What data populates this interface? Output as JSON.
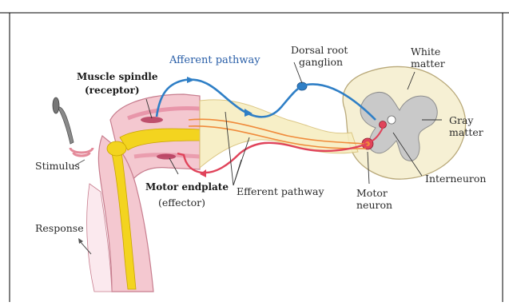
{
  "labels": {
    "afferent": "Afferent pathway",
    "muscle_spindle_1": "Muscle spindle",
    "muscle_spindle_2": "(receptor)",
    "dorsal_root_1": "Dorsal root",
    "dorsal_root_2": "ganglion",
    "white_matter_1": "White",
    "white_matter_2": "matter",
    "gray_matter_1": "Gray",
    "gray_matter_2": "matter",
    "stimulus": "Stimulus",
    "motor_endplate_1": "Motor endplate",
    "motor_endplate_2": "(effector)",
    "efferent": "Efferent pathway",
    "motor_neuron_1": "Motor",
    "motor_neuron_2": "neuron",
    "interneuron": "Interneuron",
    "response": "Response"
  },
  "colors": {
    "afferent": "#2f7fc6",
    "efferent": "#e0435a",
    "orange_nerve": "#f08a3a",
    "skin": "#f4c8d0",
    "bone": "#f3d41f",
    "spinal_cord": "#f6f0d4",
    "gray_matter": "#c9c9c9"
  }
}
